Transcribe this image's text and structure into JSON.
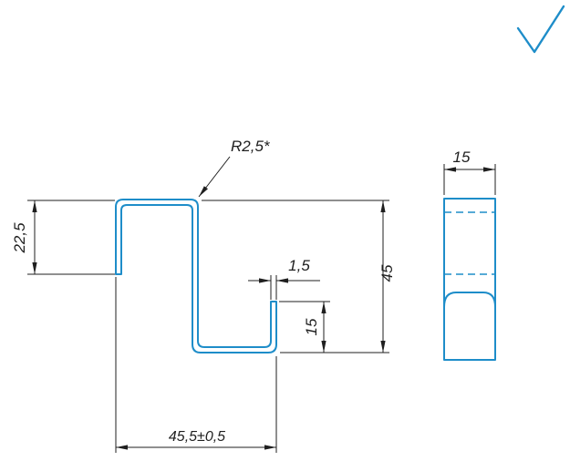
{
  "drawing": {
    "type": "technical-drawing",
    "views": {
      "front_view": "Z-shaped sheet metal profile cross-section",
      "side_view": "profile side view"
    },
    "colors": {
      "geometry": "#1e8dc9",
      "dimensions": "#1f1f1f",
      "background": "#ffffff"
    },
    "labels": {
      "radius_callout": "R2,5*",
      "left_leg_height": "22,5",
      "hook_thickness": "1,5",
      "overall_height": "45",
      "hook_height": "15",
      "overall_width": "45,5±0,5",
      "side_view_width": "15"
    }
  }
}
